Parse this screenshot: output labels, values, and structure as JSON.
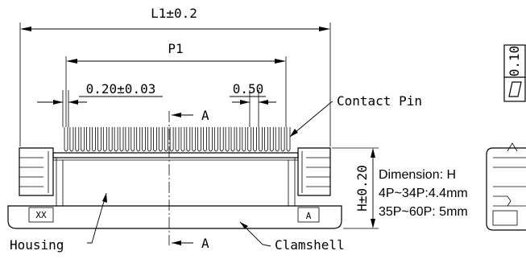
{
  "labels": {
    "l1_dim": "L1±0.2",
    "p1_dim": "P1",
    "pitch_width": "0.20±0.03",
    "pitch": "0.50",
    "contact_pin": "Contact Pin",
    "section_top": "A",
    "section_bottom": "A",
    "height_dim": "H±0.20",
    "dimension_title": "Dimension: H",
    "dim_row_1": "4P~34P:4.4mm",
    "dim_row_2": "35P~60P: 5mm",
    "housing": "Housing",
    "clamshell": "Clamshell",
    "left_mark": "XX",
    "right_mark": "A",
    "flatness": "0.10"
  }
}
